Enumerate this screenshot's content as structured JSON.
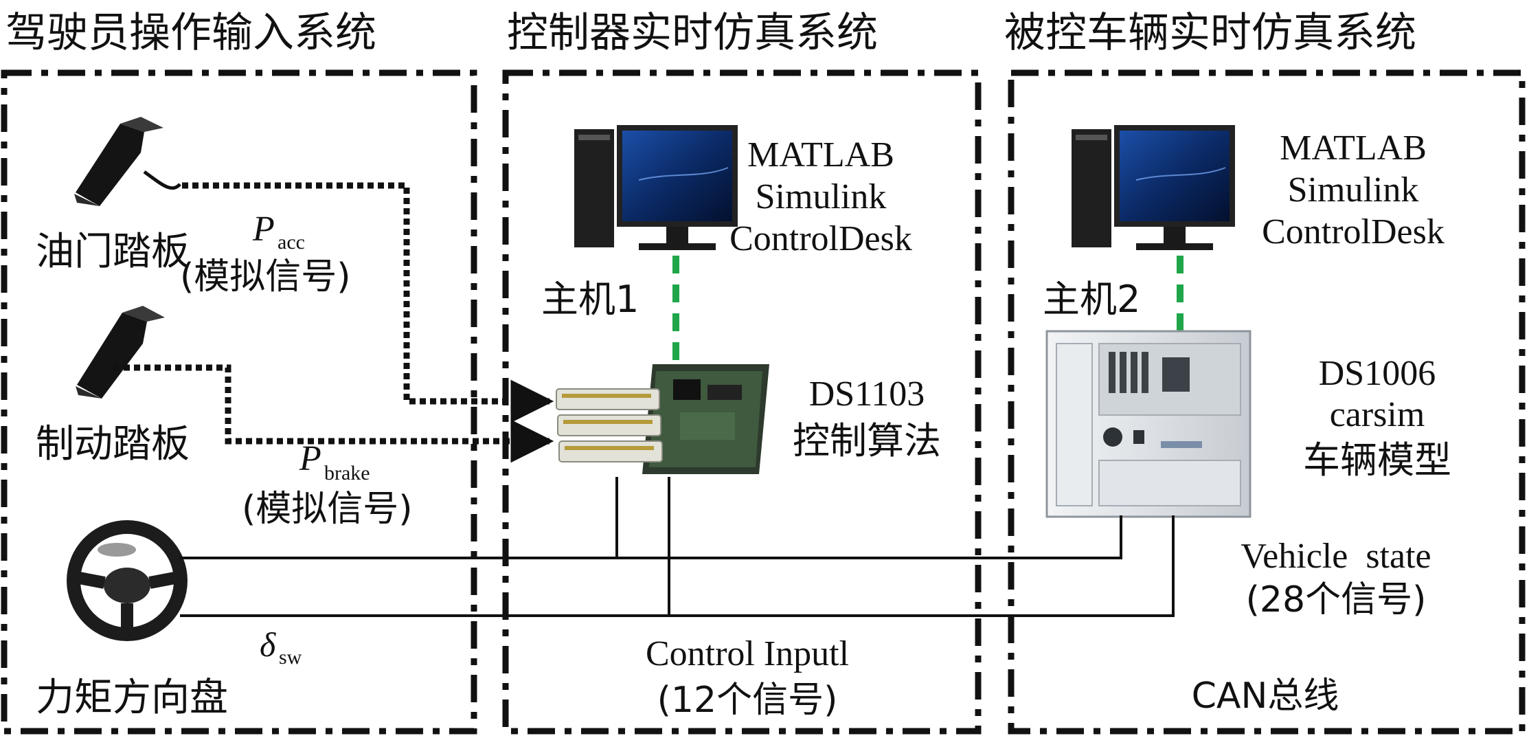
{
  "systems": {
    "driver": {
      "title": "驾驶员操作输入系统"
    },
    "controller": {
      "title": "控制器实时仿真系统"
    },
    "vehicle": {
      "title": "被控车辆实时仿真系统"
    }
  },
  "driver": {
    "accel_pedal_label": "油门踏板",
    "brake_pedal_label": "制动踏板",
    "steering_wheel_label": "力矩方向盘",
    "p_acc_symbol": "P",
    "p_acc_sub": "acc",
    "p_acc_note": "(模拟信号)",
    "p_brake_symbol": "P",
    "p_brake_sub": "brake",
    "p_brake_note": "(模拟信号)",
    "delta_symbol": "δ",
    "delta_sub": "sw"
  },
  "controller": {
    "software": [
      "MATLAB",
      "Simulink",
      "ControlDesk"
    ],
    "host_label": "主机1",
    "board_name": "DS1103",
    "board_desc": "控制算法",
    "bus_label": "Control Inputl",
    "bus_count": "(12个信号)"
  },
  "vehicle": {
    "software": [
      "MATLAB",
      "Simulink",
      "ControlDesk"
    ],
    "host_label": "主机2",
    "unit_name": "DS1006",
    "unit_model": "carsim",
    "unit_desc": "车辆模型",
    "state_label": "Vehicle  state",
    "state_count": "(28个信号)",
    "can_label": "CAN总线"
  },
  "colors": {
    "frame": "#111111",
    "link_green": "#1fa64a",
    "monitor_screen": "#0b2a66",
    "cabinet": "#d9dde2"
  },
  "icons": [
    "accelerator-pedal-icon",
    "brake-pedal-icon",
    "steering-wheel-icon",
    "desktop-computer-icon",
    "ds1103-board-icon",
    "ds1006-cabinet-icon"
  ]
}
